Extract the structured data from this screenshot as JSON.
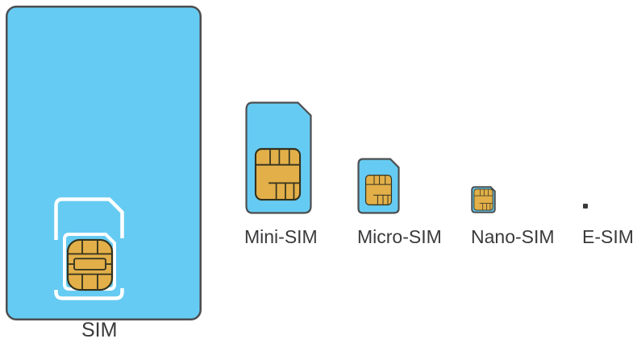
{
  "colors": {
    "background": "#FFFFFF",
    "card_blue": "#66CBF2",
    "chip_gold": "#E2AF49",
    "chip_line": "#33321F",
    "border_gray": "#4D4E50",
    "outline_white": "#FFFFFF",
    "label_text": "#3A3A3C",
    "esim_dot": "#3A3A3C"
  },
  "cards": [
    {
      "id": "sim",
      "label": "SIM"
    },
    {
      "id": "mini-sim",
      "label": "Mini-SIM"
    },
    {
      "id": "micro-sim",
      "label": "Micro-SIM"
    },
    {
      "id": "nano-sim",
      "label": "Nano-SIM"
    },
    {
      "id": "e-sim",
      "label": "E-SIM"
    }
  ]
}
